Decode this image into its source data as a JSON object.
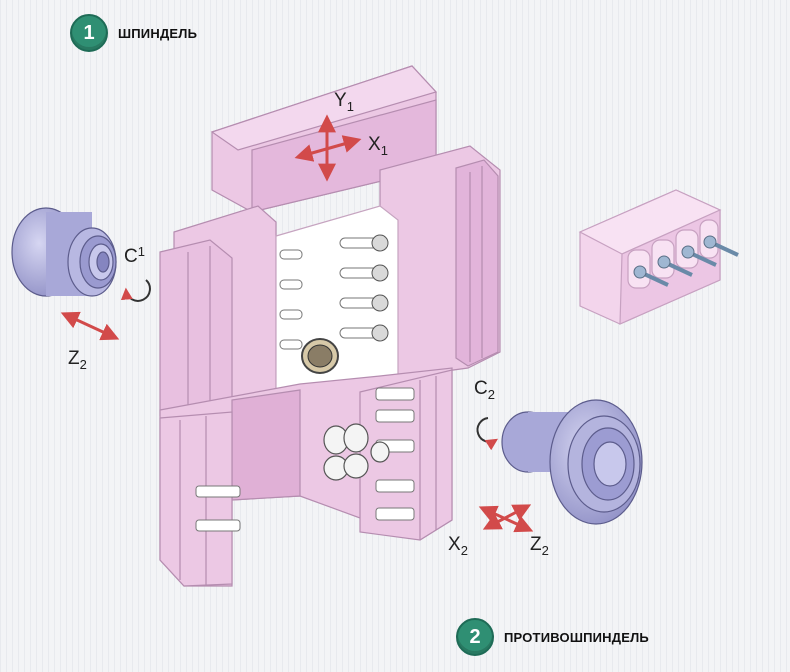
{
  "badges": [
    {
      "number": "1",
      "label": "ШПИНДЕЛЬ"
    },
    {
      "number": "2",
      "label": "ПРОТИВОШПИНДЕЛЬ"
    }
  ],
  "axes": {
    "y1": {
      "base": "Y",
      "sub": "1"
    },
    "x1": {
      "base": "X",
      "sub": "1"
    },
    "c1": {
      "base": "C",
      "sub": "1"
    },
    "z2_left": {
      "base": "Z",
      "sub": "2"
    },
    "c2": {
      "base": "C",
      "sub": "2"
    },
    "x2": {
      "base": "X",
      "sub": "2"
    },
    "z2_right": {
      "base": "Z",
      "sub": "2"
    }
  },
  "colors": {
    "machine_pink": "#ecc8e4",
    "machine_edge": "#b58db0",
    "spindle_blue": "#a8a8d8",
    "arrow_red": "#d24a4a",
    "badge_green": "#2f8f73"
  }
}
